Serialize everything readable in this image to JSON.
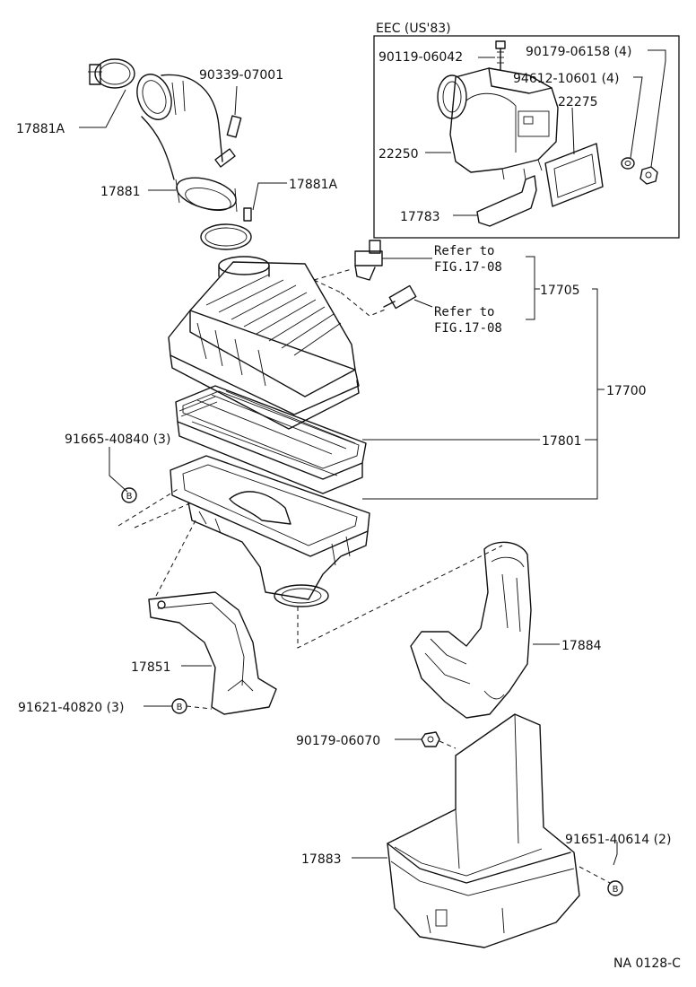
{
  "inset": {
    "title": "EEC (US'83)"
  },
  "labels": {
    "p17881A_top": "17881A",
    "p90339": "90339-07001",
    "p17881": "17881",
    "p17881A_mid": "17881A",
    "p90119": "90119-06042",
    "p90179_06158": "90179-06158 (4)",
    "p94612": "94612-10601 (4)",
    "p22275": "22275",
    "p22250": "22250",
    "p17783": "17783",
    "refer1_a": "Refer to",
    "refer1_b": "FIG.17-08",
    "refer2_a": "Refer to",
    "refer2_b": "FIG.17-08",
    "p17705": "17705",
    "p17700": "17700",
    "p17801": "17801",
    "p91665": "91665-40840 (3)",
    "p17851": "17851",
    "p91621": "91621-40820 (3)",
    "p17884": "17884",
    "p90179_06070": "90179-06070",
    "p17883": "17883",
    "p91651": "91651-40614 (2)",
    "drawing_no": "NA 0128-C"
  },
  "markers": {
    "b1": "B",
    "b2": "B",
    "b3": "B"
  }
}
